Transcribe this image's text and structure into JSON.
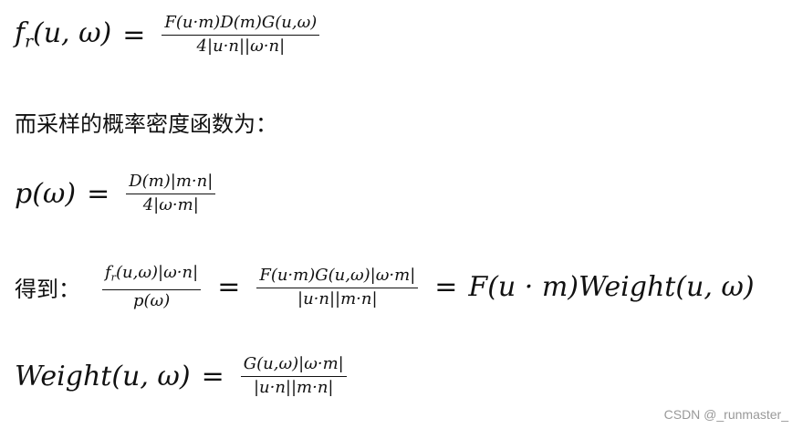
{
  "eq1": {
    "lhs_f": "f",
    "lhs_sub": "r",
    "lhs_args": "(u, ω)",
    "eq": "=",
    "num": "F(u·m)D(m)G(u,ω)",
    "den": "4|u·n||ω·n|"
  },
  "text1": "而采样的概率密度函数为：",
  "eq2": {
    "lhs": "p(ω)",
    "eq": "=",
    "num": "D(m)|m·n|",
    "den": "4|ω·m|"
  },
  "eq3": {
    "label": "得到：",
    "f1_num_f": "f",
    "f1_num_sub": "r",
    "f1_num_rest": "(u,ω)|ω·n|",
    "f1_den": "p(ω)",
    "eq_a": "=",
    "f2_num": "F(u·m)G(u,ω)|ω·m|",
    "f2_den": "|u·n||m·n|",
    "eq_b": "=",
    "rhs": "F(u · m)Weight(u, ω)"
  },
  "eq4": {
    "lhs": "Weight(u, ω)",
    "eq": "=",
    "num": "G(u,ω)|ω·m|",
    "den": "|u·n||m·n|"
  },
  "watermark": "CSDN @_runmaster_"
}
